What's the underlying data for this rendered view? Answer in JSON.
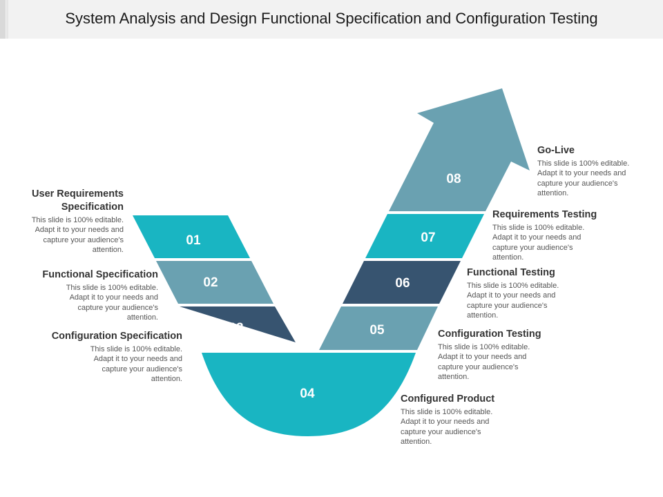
{
  "title": "System Analysis and Design Functional Specification and Configuration Testing",
  "colors": {
    "teal": "#19b5c2",
    "gray_blue": "#6aa1b1",
    "navy": "#375470",
    "arrow": "#6aa1b1"
  },
  "steps": [
    {
      "num": "01",
      "heading": "User Requirements Specification",
      "desc": "This slide is 100% editable. Adapt it to your needs and capture your audience's attention."
    },
    {
      "num": "02",
      "heading": "Functional Specification",
      "desc": "This slide is 100% editable. Adapt it to your needs and capture your audience's attention."
    },
    {
      "num": "03",
      "heading": "Configuration Specification",
      "desc": "This slide is 100% editable. Adapt it to your needs and capture your audience's attention."
    },
    {
      "num": "04",
      "heading": "Configured Product",
      "desc": "This slide is 100% editable. Adapt it to your needs and capture your audience's attention."
    },
    {
      "num": "05",
      "heading": "Configuration Testing",
      "desc": "This slide is 100% editable. Adapt it to your needs and capture your audience's attention."
    },
    {
      "num": "06",
      "heading": "Functional Testing",
      "desc": "This slide is 100% editable. Adapt it to your needs and capture your audience's attention."
    },
    {
      "num": "07",
      "heading": "Requirements Testing",
      "desc": "This slide is 100% editable. Adapt it to your needs and capture your audience's attention."
    },
    {
      "num": "08",
      "heading": "Go-Live",
      "desc": "This slide is 100% editable. Adapt it to your needs and capture your audience's attention."
    }
  ]
}
